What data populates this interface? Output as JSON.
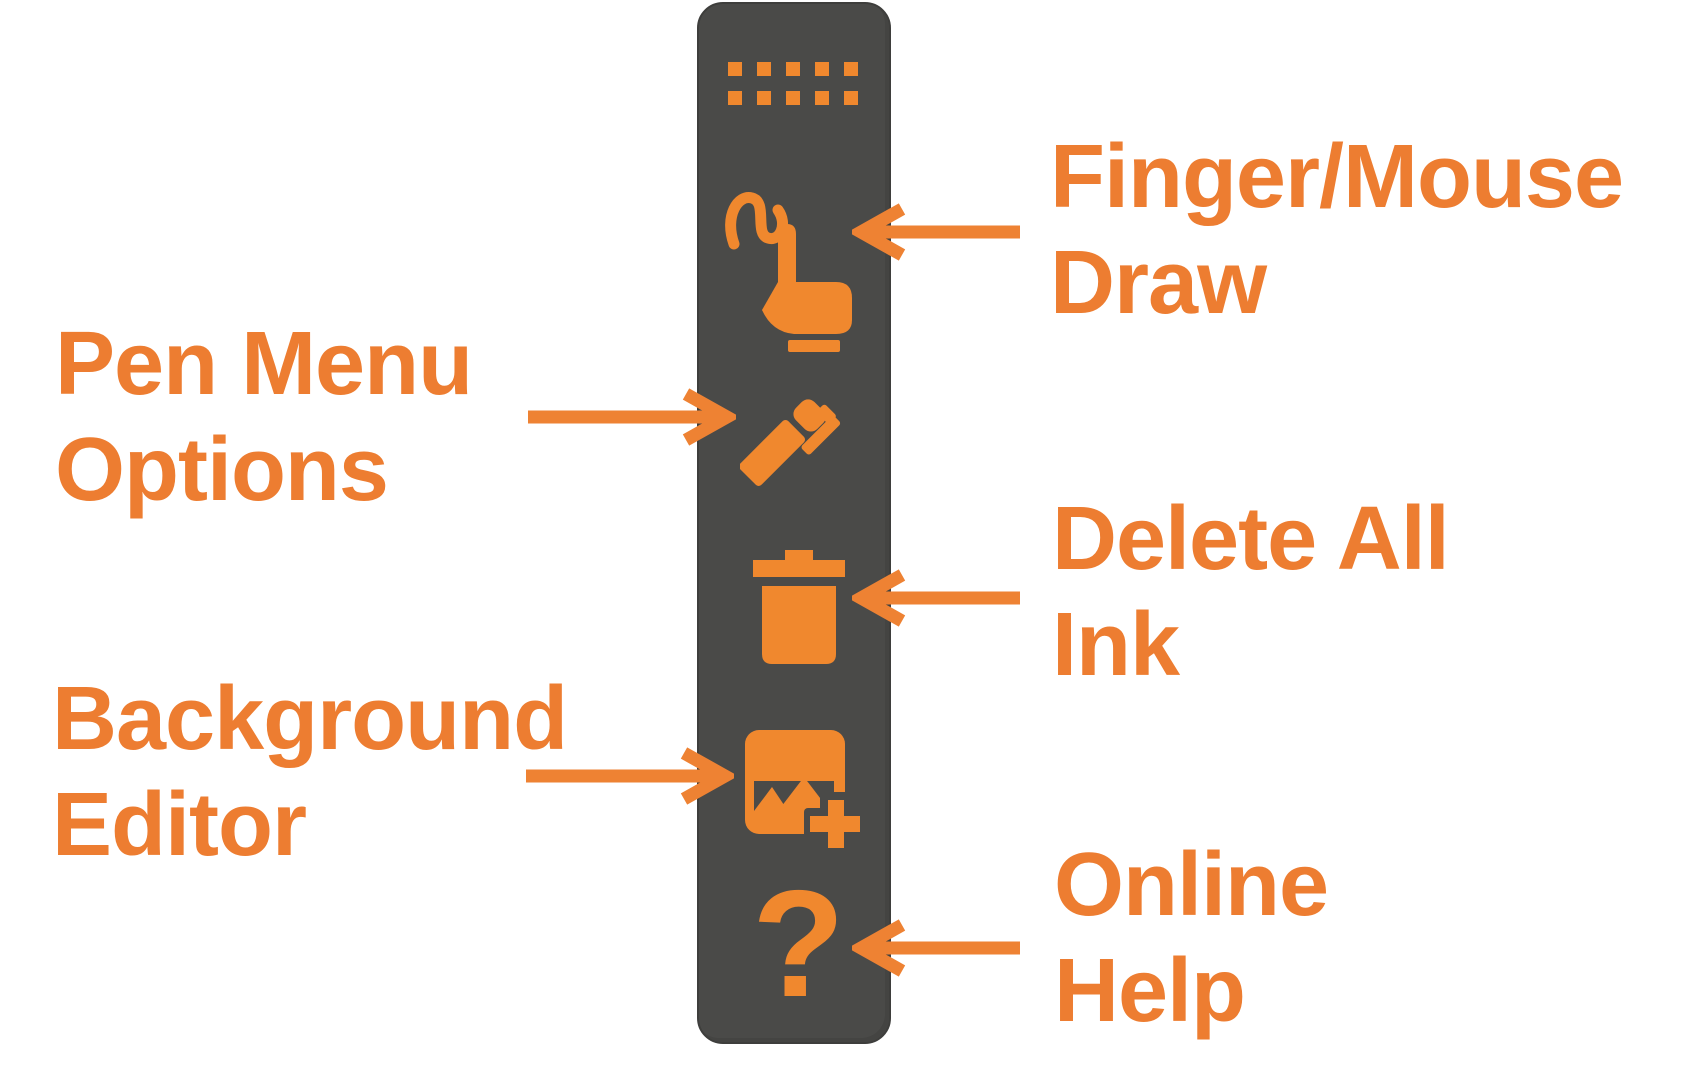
{
  "colors": {
    "canvas_white": "#ffffff",
    "toolbar_gray": "#4a4a48",
    "toolbar_edge": "#3e3e3c",
    "icon_orange": "#f0882e",
    "label_orange": "#ed7d31",
    "arrow_orange": "#ee8233"
  },
  "toolbar": {
    "help_glyph": "?",
    "buttons": [
      {
        "id": "grip",
        "icon": "grip-dots-icon"
      },
      {
        "id": "finger_mouse_draw",
        "icon": "finger-draw-icon"
      },
      {
        "id": "pen_menu",
        "icon": "pen-icon"
      },
      {
        "id": "delete_all_ink",
        "icon": "trash-icon"
      },
      {
        "id": "background_editor",
        "icon": "image-add-icon"
      },
      {
        "id": "online_help",
        "icon": "question-mark-icon"
      }
    ]
  },
  "annotations": {
    "finger_mouse_draw": {
      "line1": "Finger/Mouse",
      "line2": "Draw"
    },
    "pen_menu_options": {
      "line1": "Pen Menu",
      "line2": "Options"
    },
    "delete_all_ink": {
      "line1": "Delete All",
      "line2": "Ink"
    },
    "background_editor": {
      "line1": "Background",
      "line2": "Editor"
    },
    "online_help": {
      "line1": "Online",
      "line2": "Help"
    }
  }
}
